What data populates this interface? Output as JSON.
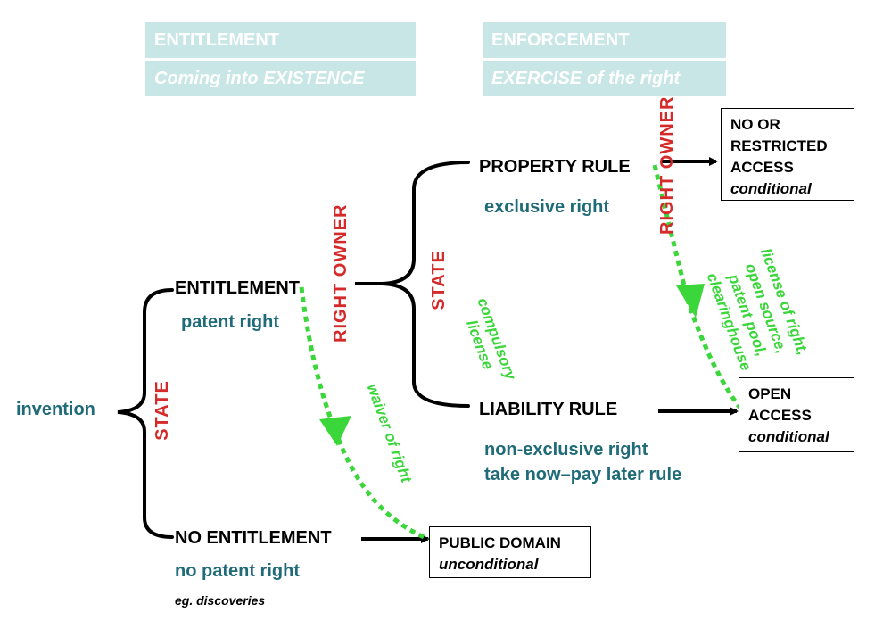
{
  "headers": {
    "entitlement": "ENTITLEMENT",
    "existence": "Coming into EXISTENCE",
    "enforcement": "ENFORCEMENT",
    "exercise": "EXERCISE of the right"
  },
  "nodes": {
    "invention": "invention",
    "entitlement": "ENTITLEMENT",
    "patent_right": "patent right",
    "no_entitlement": "NO ENTITLEMENT",
    "no_patent_right": "no patent right",
    "eg_discoveries": "eg. discoveries",
    "property_rule": "PROPERTY RULE",
    "exclusive_right": "exclusive right",
    "liability_rule": "LIABILITY RULE",
    "non_exclusive_right": "non-exclusive right",
    "take_now_pay_later": "take now–pay later rule"
  },
  "actors": {
    "state_1": "STATE",
    "right_owner_1": "RIGHT OWNER",
    "state_2": "STATE",
    "right_owner_2": "RIGHT OWNER"
  },
  "annotations": {
    "waiver": "waiver of right",
    "compulsory_1": "compulsory",
    "compulsory_2": "license",
    "license_1": "license of right,",
    "license_2": "open source,",
    "license_3": "patent pool,",
    "license_4": "clearinghouse"
  },
  "outcomes": {
    "restricted_1": "NO OR",
    "restricted_2": "RESTRICTED",
    "restricted_3": "ACCESS",
    "restricted_cond": "conditional",
    "open_1": "OPEN",
    "open_2": "ACCESS",
    "open_cond": "conditional",
    "public_1": "PUBLIC DOMAIN",
    "public_cond": "unconditional"
  },
  "colors": {
    "header_bg": "#c8e6e6",
    "teal_text": "#1f6b78",
    "red_text": "#d42a2a",
    "green_dashed": "#3ad63a"
  }
}
